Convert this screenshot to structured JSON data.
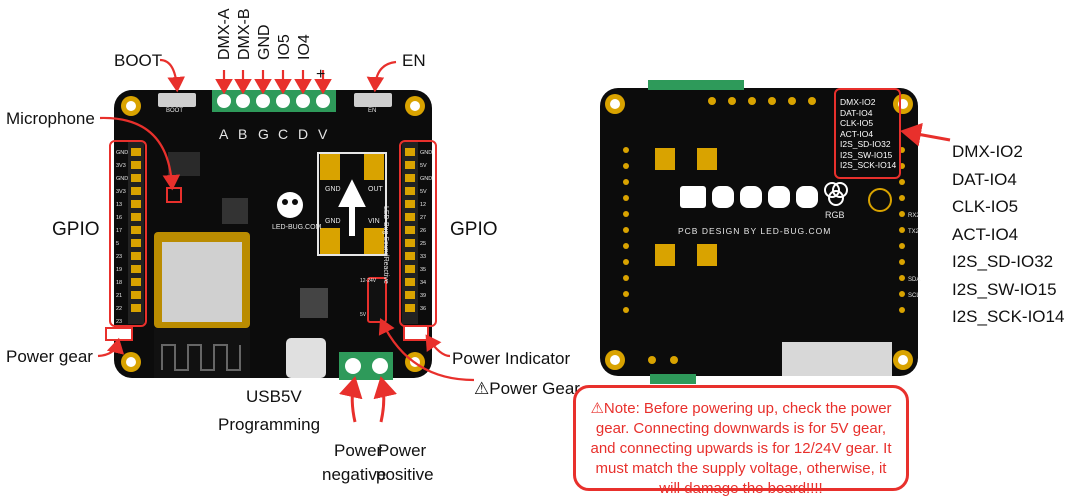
{
  "labels": {
    "boot": "BOOT",
    "en": "EN",
    "microphone": "Microphone",
    "gpio_left": "GPIO",
    "gpio_right": "GPIO",
    "power_gear_left": "Power gear",
    "power_indicator": "Power  Indicator",
    "usb": "USB5V",
    "programming": "Programming",
    "power_gear_warn": "⚠Power Gear",
    "power_negative_1": "Power",
    "power_negative_2": "negative",
    "power_positive_1": "Power",
    "power_positive_2": "positive"
  },
  "terminal_labels": [
    "DMX-A",
    "DMX-B",
    "GND",
    "IO5",
    "IO4",
    "+"
  ],
  "terminal_letters": [
    "A",
    "B",
    "G",
    "C",
    "D",
    "V"
  ],
  "pcb_text": {
    "boot_small": "BOOT",
    "en_small": "EN",
    "led_bug": "LED-BUG.COM",
    "gnd1": "GND",
    "out": "OUT",
    "gnd2": "GND",
    "vin": "VIN",
    "side_label": "LED-Bug SoundReactive",
    "v12": "12-24V",
    "v5": "5V",
    "pcb_design": "PCB DESIGN BY LED-BUG.COM",
    "rgb": "RGB"
  },
  "left_header_pins": [
    "GND",
    "3V3",
    "GND",
    "3V3",
    "13",
    "16",
    "17",
    "5",
    "23",
    "19",
    "18",
    "21",
    "22",
    "23"
  ],
  "right_header_pins": [
    "GND",
    "5V",
    "GND",
    "5V",
    "12",
    "27",
    "26",
    "25",
    "33",
    "35",
    "34",
    "39",
    "36"
  ],
  "back_pins": [
    "RX2",
    "TX2",
    "SDA",
    "SCL"
  ],
  "dmx_box_lines": [
    "DMX-IO2",
    "DAT-IO4",
    "CLK-IO5",
    "ACT-IO4",
    "I2S_SD-IO32",
    "I2S_SW-IO15",
    "I2S_SCK-IO14"
  ],
  "dmx_list": [
    "DMX-IO2",
    "DAT-IO4",
    "CLK-IO5",
    "ACT-IO4",
    "I2S_SD-IO32",
    "I2S_SW-IO15",
    "I2S_SCK-IO14"
  ],
  "note": "⚠Note: Before powering up, check the power gear. Connecting downwards is for 5V gear,  and connecting upwards is for 12/24V gear.  It must match the supply voltage, otherwise, it will damage the board!!!!",
  "colors": {
    "accent": "#e8302c",
    "pcb": "#0c0c0c",
    "terminal": "#2e9a5a",
    "gold": "#d9a300"
  }
}
